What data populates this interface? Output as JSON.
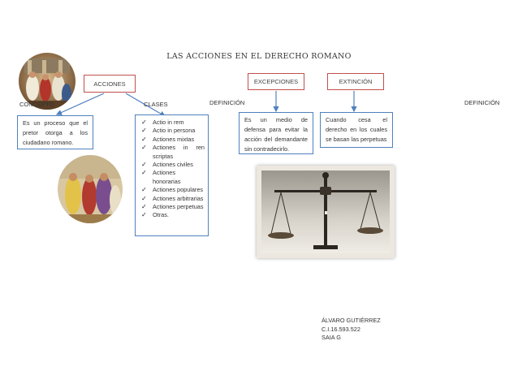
{
  "title": "LAS ACCIONES EN EL DERECHO ROMANO",
  "nodes": {
    "acciones": "ACCIONES",
    "excepciones": "EXCEPCIONES",
    "extincion": "EXTINCIÓN"
  },
  "labels": {
    "concepto": "CONCEPTO",
    "clases": "CLASES",
    "definicion_left": "DEFINICIÓN",
    "definicion_right": "DEFINICIÓN"
  },
  "boxes": {
    "concepto_text": "Es un proceso que el pretor otorga a los ciudadano romano.",
    "excepciones_text": "Es un medio de defensa para evitar la acción del demandante sin contradecirlo.",
    "extincion_text": "Cuando cesa el derecho en los cuales se basan las perpetuas"
  },
  "clases_items": [
    "Actio in rem",
    "Actio in persona",
    "Actiones mixtas",
    "Actiones in ren scriptas",
    "Actiones civiles",
    "Actiones honorarias",
    "Actiones populares",
    "Actiones arbitrarias",
    "Actiones perpetuas",
    "Otras."
  ],
  "author": {
    "name": "ÁLVARO GUTIÉRREZ",
    "id": "C.I.16.593.522",
    "group": "SAIA G"
  },
  "colors": {
    "node_border": "#c0504d",
    "box_border": "#4f81bd",
    "connector": "#4f81bd"
  }
}
